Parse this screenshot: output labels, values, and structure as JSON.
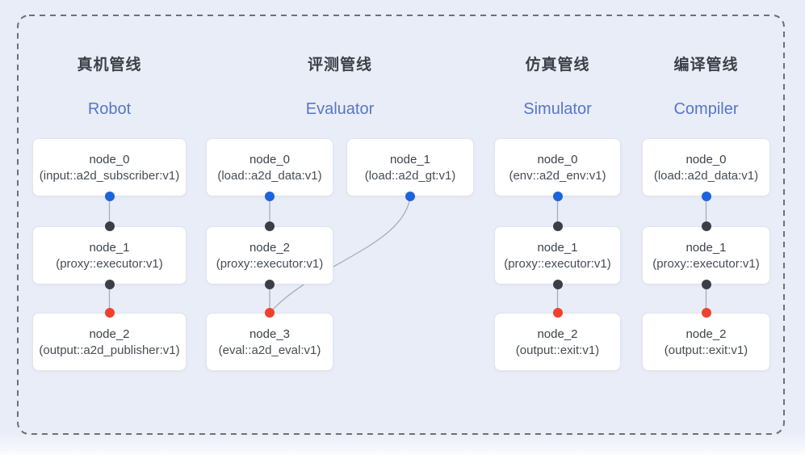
{
  "pipelines": [
    {
      "title_zh": "真机管线",
      "title_en": "Robot",
      "nodes": [
        {
          "name": "node_0",
          "detail": "(input::a2d_subscriber:v1)"
        },
        {
          "name": "node_1",
          "detail": "(proxy::executor:v1)"
        },
        {
          "name": "node_2",
          "detail": "(output::a2d_publisher:v1)"
        }
      ]
    },
    {
      "title_zh": "评测管线",
      "title_en": "Evaluator",
      "nodes": [
        {
          "name": "node_0",
          "detail": "(load::a2d_data:v1)"
        },
        {
          "name": "node_1",
          "detail": "(load::a2d_gt:v1)"
        },
        {
          "name": "node_2",
          "detail": "(proxy::executor:v1)"
        },
        {
          "name": "node_3",
          "detail": "(eval::a2d_eval:v1)"
        }
      ]
    },
    {
      "title_zh": "仿真管线",
      "title_en": "Simulator",
      "nodes": [
        {
          "name": "node_0",
          "detail": "(env::a2d_env:v1)"
        },
        {
          "name": "node_1",
          "detail": "(proxy::executor:v1)"
        },
        {
          "name": "node_2",
          "detail": "(output::exit:v1)"
        }
      ]
    },
    {
      "title_zh": "编译管线",
      "title_en": "Compiler",
      "nodes": [
        {
          "name": "node_0",
          "detail": "(load::a2d_data:v1)"
        },
        {
          "name": "node_1",
          "detail": "(proxy::executor:v1)"
        },
        {
          "name": "node_2",
          "detail": "(output::exit:v1)"
        }
      ]
    }
  ],
  "colors": {
    "background": "#e9edf8",
    "card_background": "#ffffff",
    "card_border": "#e2e4eb",
    "dashed_border": "#6d7077",
    "edge_line": "#a3adc0",
    "port_blue": "#1e63da",
    "port_dark": "#3b3f45",
    "port_red": "#ee4130",
    "title_zh_color": "#3c4047",
    "title_en_color": "#5777c3"
  }
}
